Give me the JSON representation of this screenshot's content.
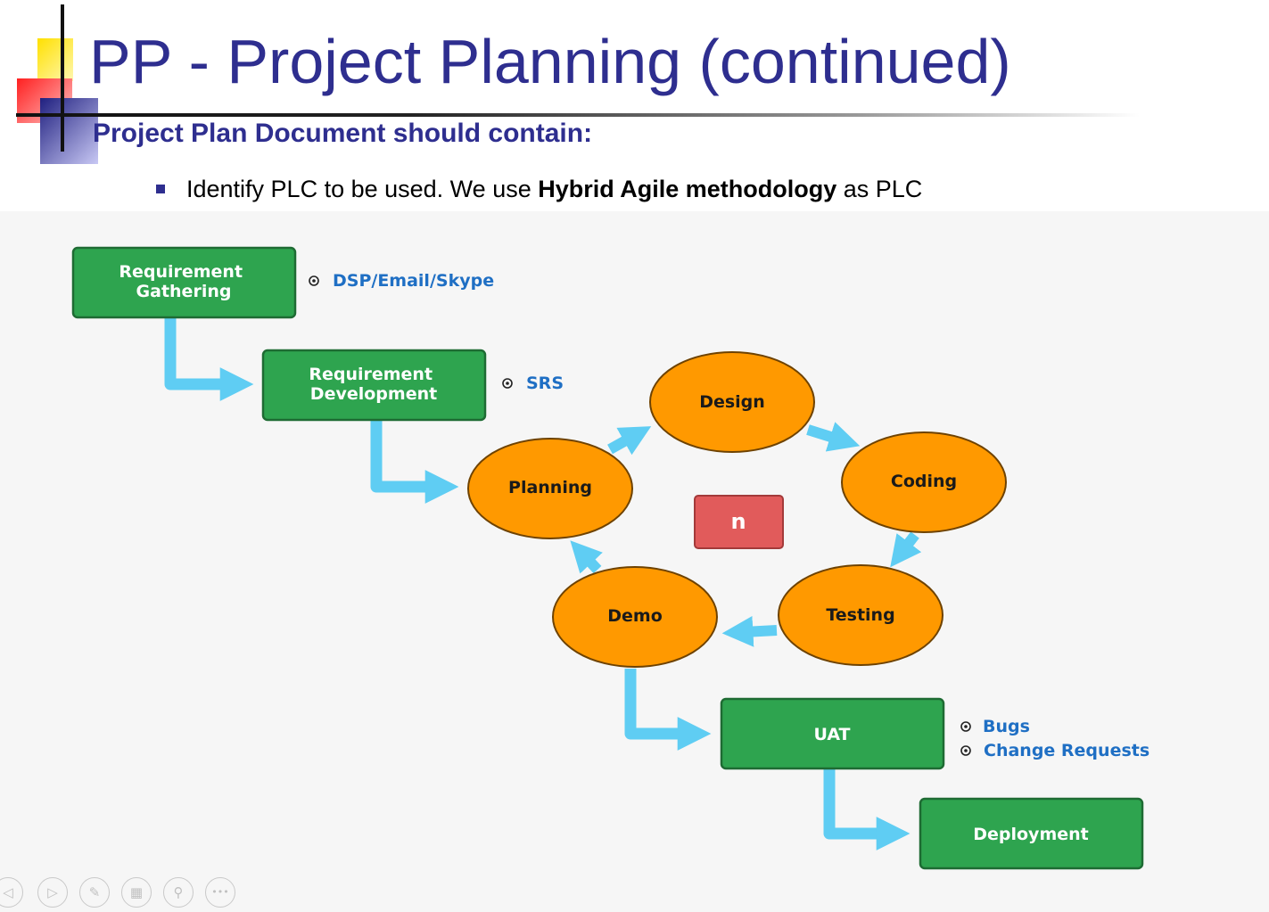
{
  "slide": {
    "title": "PP - Project Planning (continued)",
    "subtitle": "Project Plan Document should contain:",
    "bullet": {
      "before": "Identify PLC to be used. We use ",
      "bold": "Hybrid Agile methodology",
      "after": " as PLC"
    }
  },
  "diagram": {
    "boxes": {
      "req_gathering": "Requirement\nGathering",
      "req_development": "Requirement\nDevelopment",
      "uat": "UAT",
      "deployment": "Deployment"
    },
    "circles": {
      "design": "Design",
      "planning": "Planning",
      "coding": "Coding",
      "testing": "Testing",
      "demo": "Demo"
    },
    "center_label": "n",
    "notes": {
      "req_gathering": [
        "DSP/Email/Skype"
      ],
      "req_development": [
        "SRS"
      ],
      "uat": [
        "Bugs",
        "Change Requests"
      ]
    }
  },
  "colors": {
    "title": "#2e2e8f",
    "box_fill": "#2ea44f",
    "box_stroke": "#1e6b33",
    "circle_fill": "#ff9900",
    "circle_stroke": "#6e4200",
    "arrow": "#5fcdf3",
    "note_text": "#1f6fc4",
    "center_fill": "#e15b5b"
  },
  "navigation": {
    "icons": [
      "prev-icon",
      "next-icon",
      "pen-icon",
      "slides-icon",
      "zoom-icon",
      "more-icon"
    ]
  }
}
